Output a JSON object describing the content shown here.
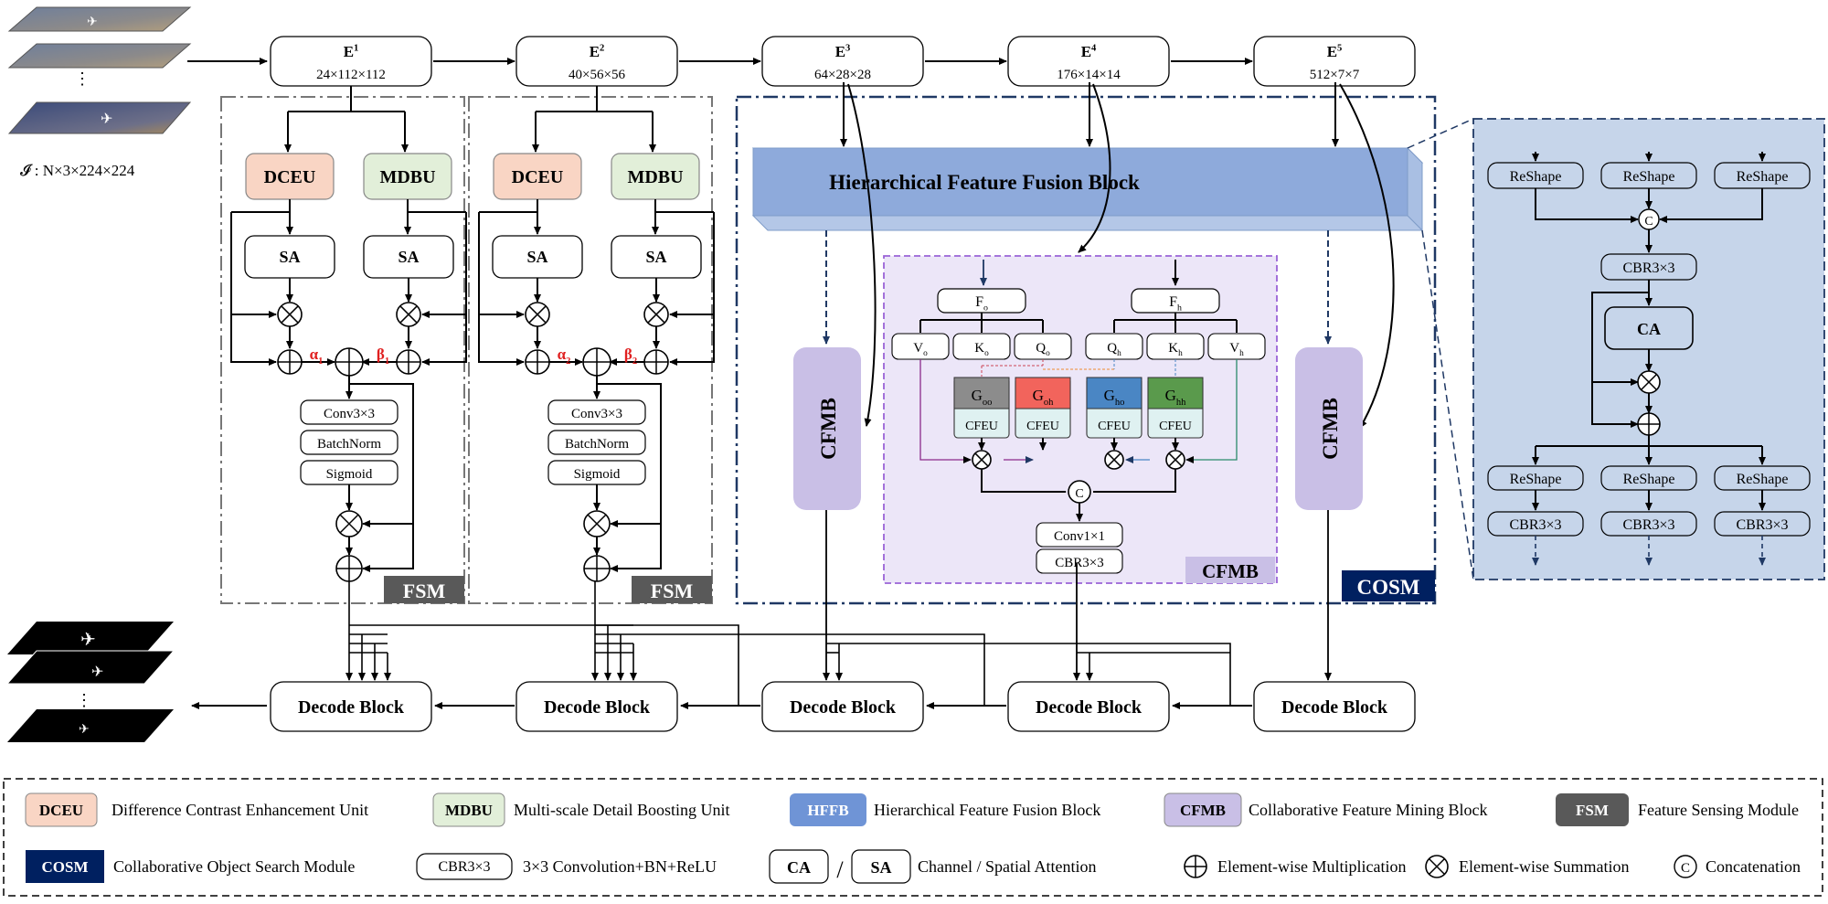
{
  "input_label": "𝓘 : N×3×224×224",
  "encoders": [
    {
      "name": "E",
      "sup": "1",
      "dims": "24×112×112"
    },
    {
      "name": "E",
      "sup": "2",
      "dims": "40×56×56"
    },
    {
      "name": "E",
      "sup": "3",
      "dims": "64×28×28"
    },
    {
      "name": "E",
      "sup": "4",
      "dims": "176×14×14"
    },
    {
      "name": "E",
      "sup": "5",
      "dims": "512×7×7"
    }
  ],
  "fsm": [
    {
      "dceu": "DCEU",
      "mdbu": "MDBU",
      "sa": "SA",
      "alpha": "α",
      "alpha_sub": "1",
      "beta": "β",
      "beta_sub": "1",
      "conv": "Conv3×3",
      "bn": "BatchNorm",
      "sig": "Sigmoid",
      "badge": "FSM"
    },
    {
      "dceu": "DCEU",
      "mdbu": "MDBU",
      "sa": "SA",
      "alpha": "α",
      "alpha_sub": "2",
      "beta": "β",
      "beta_sub": "2",
      "conv": "Conv3×3",
      "bn": "BatchNorm",
      "sig": "Sigmoid",
      "badge": "FSM"
    }
  ],
  "hffb_title": "Hierarchical Feature Fusion Block",
  "cfmb_left": "CFMB",
  "cfmb_right": "CFMB",
  "cfmb_detail": {
    "fo": "F",
    "fo_sub": "o",
    "fh": "F",
    "fh_sub": "h",
    "heads": [
      {
        "t": "V",
        "s": "o"
      },
      {
        "t": "K",
        "s": "o"
      },
      {
        "t": "Q",
        "s": "o"
      },
      {
        "t": "Q",
        "s": "h"
      },
      {
        "t": "K",
        "s": "h"
      },
      {
        "t": "V",
        "s": "h"
      }
    ],
    "g_blocks": [
      {
        "t": "G",
        "s": "oo",
        "color": "#8c8c8c"
      },
      {
        "t": "G",
        "s": "oh",
        "color": "#f2645c"
      },
      {
        "t": "G",
        "s": "ho",
        "color": "#4a86c4"
      },
      {
        "t": "G",
        "s": "hh",
        "color": "#5a9a4c"
      }
    ],
    "cfeu": "CFEU",
    "concat": "C",
    "conv1": "Conv1×1",
    "cbr": "CBR3×3",
    "badge": "CFMB"
  },
  "cosm_badge": "COSM",
  "hffb_detail": {
    "reshape": "ReShape",
    "concat": "C",
    "cbr": "CBR3×3",
    "ca": "CA"
  },
  "decoders": [
    "Decode Block",
    "Decode Block",
    "Decode Block",
    "Decode Block",
    "Decode Block"
  ],
  "legend": {
    "row1": [
      {
        "key": "DCEU",
        "desc": "Difference Contrast Enhancement Unit"
      },
      {
        "key": "MDBU",
        "desc": "Multi-scale Detail Boosting Unit"
      },
      {
        "key": "HFFB",
        "desc": "Hierarchical Feature Fusion Block"
      },
      {
        "key": "CFMB",
        "desc": "Collaborative Feature Mining  Block"
      },
      {
        "key": "FSM",
        "desc": "Feature Sensing Module"
      }
    ],
    "row2": [
      {
        "key": "COSM",
        "desc": "Collaborative Object Search Module"
      },
      {
        "key": "CBR3×3",
        "desc": "3×3 Convolution+BN+ReLU"
      },
      {
        "key": "CA",
        "key2": "SA",
        "desc": "Channel / Spatial Attention"
      },
      {
        "key": "⊕",
        "desc": "Element-wise Multiplication"
      },
      {
        "key": "⊗",
        "desc": "Element-wise Summation"
      },
      {
        "key": "C",
        "desc": "Concatenation"
      }
    ]
  },
  "colors": {
    "dceu": "#f9d5c4",
    "mdbu": "#e2efd9",
    "hffb": "#8eaadb",
    "cfmb": "#c9bfe6",
    "fsm": "#595959",
    "cosm": "#002060",
    "panel": "#c6d5ea",
    "cfmb_bg": "#ece6f8",
    "alpha": "#e02020"
  }
}
